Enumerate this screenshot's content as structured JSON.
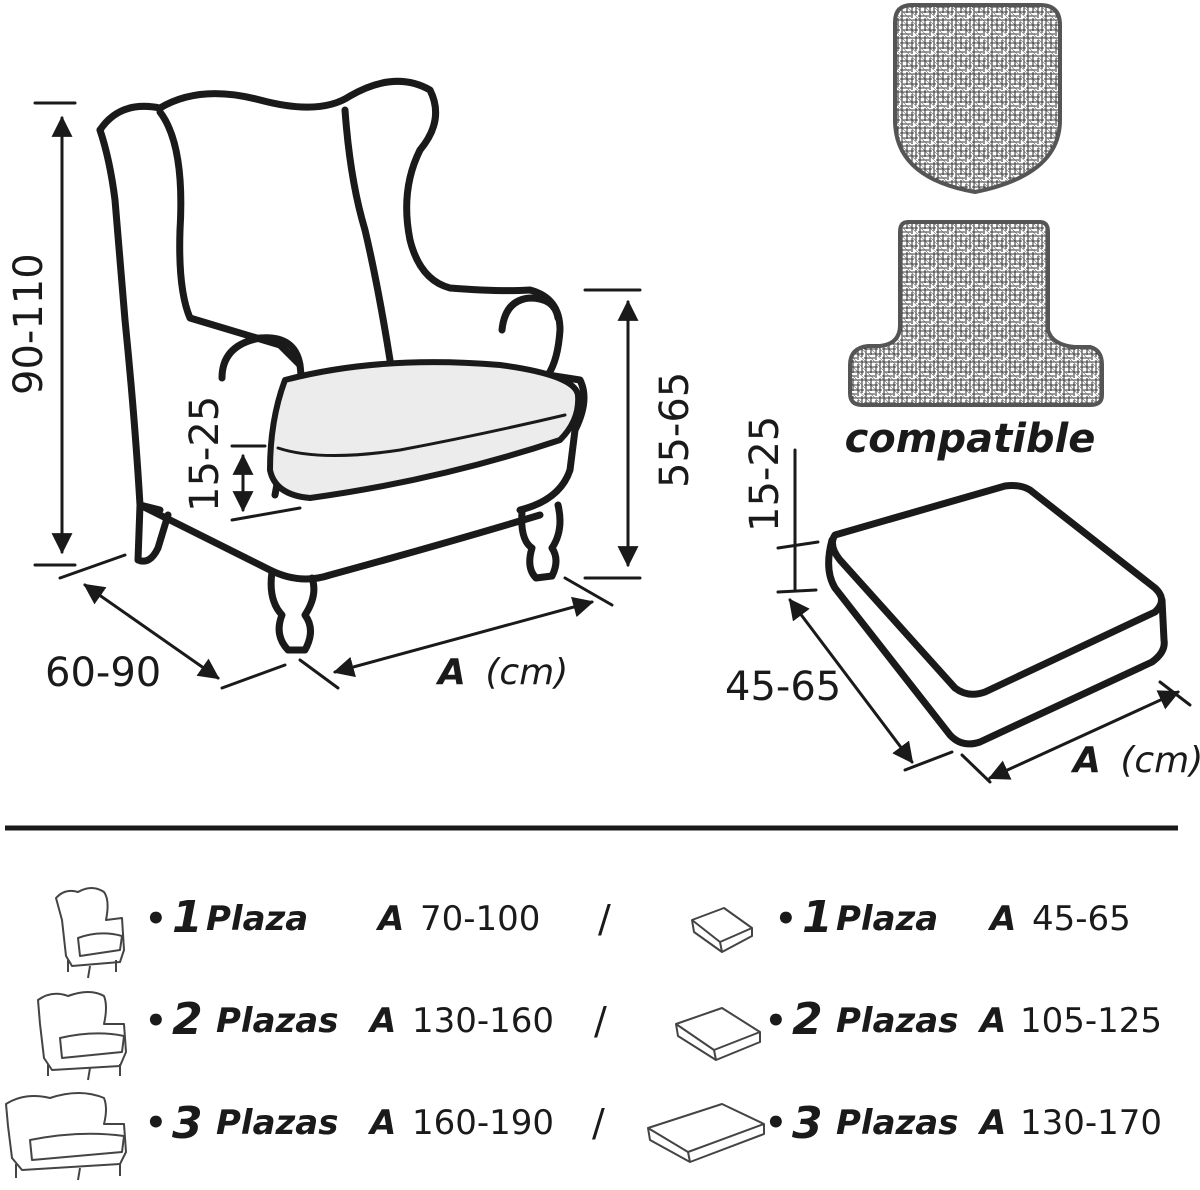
{
  "armchair": {
    "height_range": "90-110",
    "seat_height_range": "55-65",
    "cushion_thickness_range": "15-25",
    "depth_range": "60-90",
    "width_letter": "A",
    "width_unit": "(cm)"
  },
  "cushion": {
    "thickness_range": "15-25",
    "depth_range": "45-65",
    "width_letter": "A",
    "width_unit": "(cm)"
  },
  "compatible_label": "compatible",
  "sizes": {
    "bullet": "•",
    "separator": "/",
    "armchair_rows": [
      {
        "num": "1",
        "label": "Plaza",
        "letter": "A",
        "range": "70-100"
      },
      {
        "num": "2",
        "label": "Plazas",
        "letter": "A",
        "range": "130-160"
      },
      {
        "num": "3",
        "label": "Plazas",
        "letter": "A",
        "range": "160-190"
      }
    ],
    "cushion_rows": [
      {
        "num": "1",
        "label": "Plaza",
        "letter": "A",
        "range": "45-65"
      },
      {
        "num": "2",
        "label": "Plazas",
        "letter": "A",
        "range": "105-125"
      },
      {
        "num": "3",
        "label": "Plazas",
        "letter": "A",
        "range": "130-170"
      }
    ]
  },
  "colors": {
    "line": "#1a1a1a",
    "seat_fill": "#ececec",
    "texture": "#3a3a3a"
  }
}
